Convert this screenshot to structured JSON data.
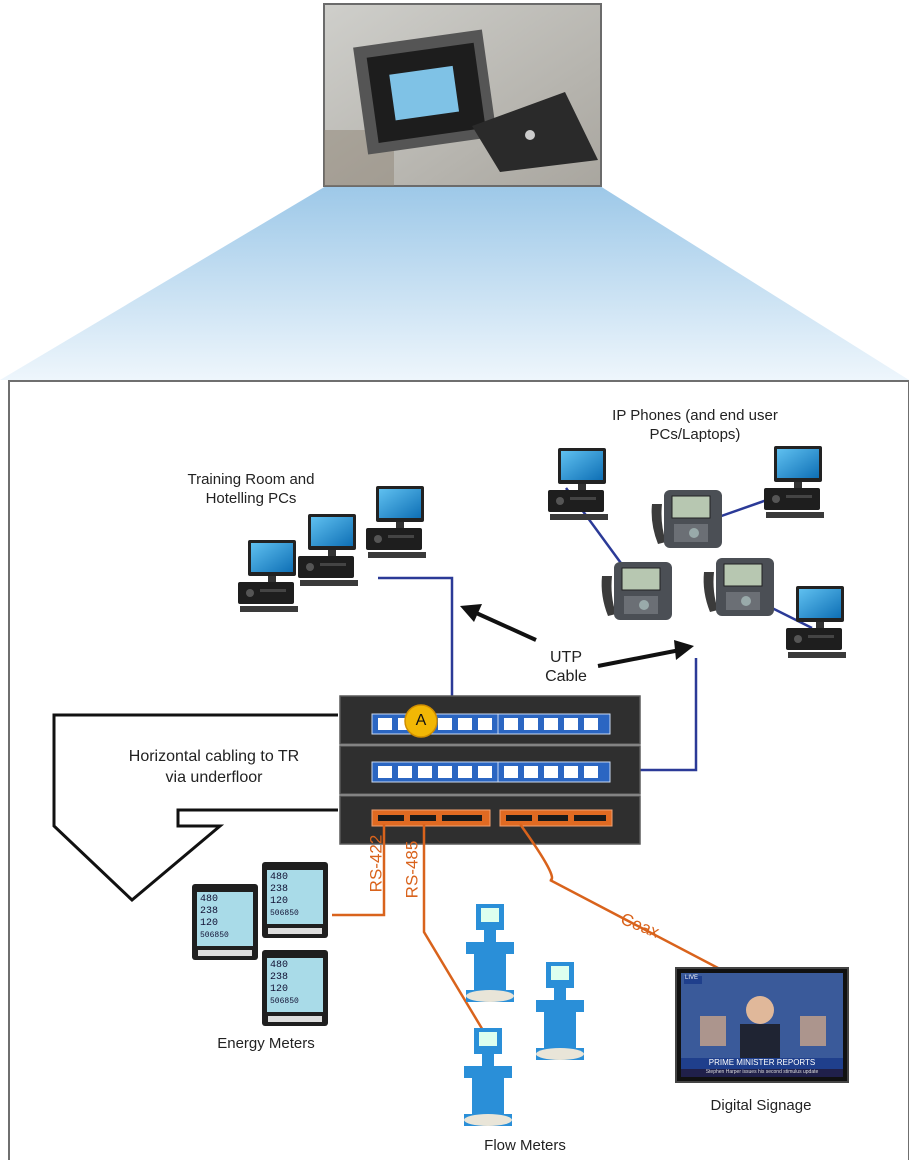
{
  "labels": {
    "training_pcs": "Training Room and Hotelling PCs",
    "ip_phones": "IP Phones (and end user PCs/Laptops)",
    "utp_cable": "UTP Cable",
    "horizontal": "Horizontal cabling to TR via underfloor",
    "badge": "A",
    "rs422": "RS-422",
    "rs485": "RS-485",
    "coax": "Coax",
    "energy_meters": "Energy Meters",
    "flow_meters": "Flow Meters",
    "digital_signage": "Digital Signage"
  },
  "meter_readings": {
    "line1": "480",
    "line2": "238",
    "line3": "120",
    "line4": "506850"
  },
  "signage_text": {
    "live": "LIVE",
    "headline": "PRIME MINISTER REPORTS",
    "ticker": "Stephen Harper issues his second stimulus update"
  },
  "colors": {
    "utp": "#2b3a97",
    "serial": "#d9631c",
    "rack": "#2f2f2f",
    "screen": "#1c8fd0"
  }
}
